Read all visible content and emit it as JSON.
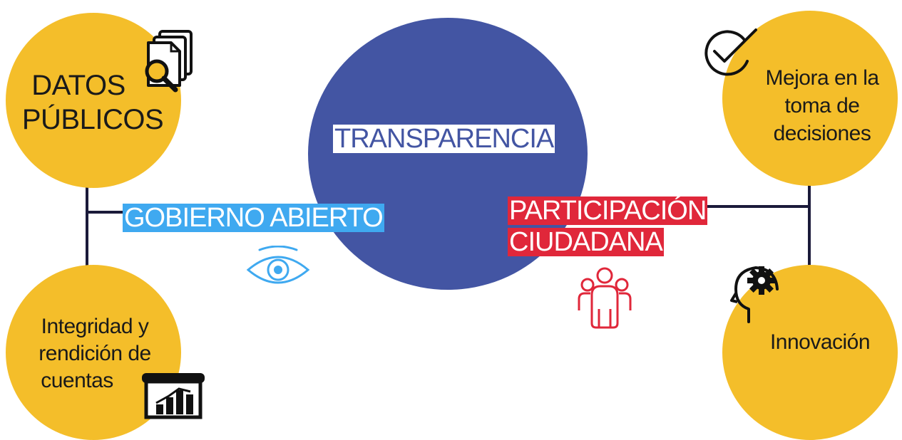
{
  "center": {
    "label": "TRANSPARENCIA"
  },
  "labels": {
    "gobierno": "GOBIERNO ABIERTO",
    "participacion_line1": "PARTICIPACIÓN",
    "participacion_line2": "CIUDADANA"
  },
  "circles": {
    "datos_line1": "DATOS",
    "datos_line2": "PÚBLICOS",
    "integridad_line1": "Integridad y",
    "integridad_line2": "rendición de",
    "integridad_line3": "cuentas",
    "mejora_line1": "Mejora en la",
    "mejora_line2": "toma de",
    "mejora_line3": "decisiones",
    "innovacion": "Innovación"
  },
  "icons": {
    "documents_search": "documents-search-icon",
    "report_chart": "report-chart-icon",
    "eye": "eye-icon",
    "people_group": "people-group-icon",
    "check": "check-circle-icon",
    "head_gear": "head-gear-icon"
  },
  "colors": {
    "circle_yellow": "#f4be2a",
    "center_blue": "#4355a3",
    "gobierno_blue": "#3fa9f0",
    "participacion_red": "#e0273a",
    "connector_navy": "#1b1a3a"
  }
}
